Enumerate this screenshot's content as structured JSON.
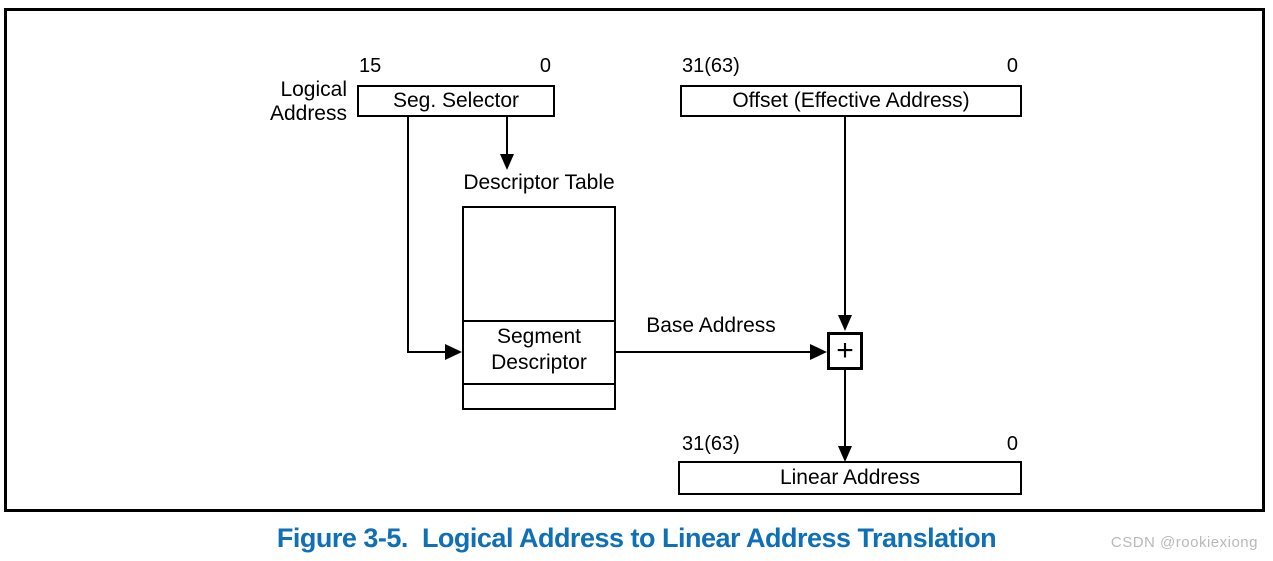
{
  "caption": "Figure 3-5.  Logical Address to Linear Address Translation",
  "watermark": "CSDN @rookiexiong",
  "colors": {
    "caption_blue": "#0f6fb7",
    "diagram_line": "#000000",
    "watermark_gray": "#b9b9b9",
    "background": "#ffffff"
  },
  "logical_address": {
    "line1": "Logical",
    "line2": "Address"
  },
  "seg_selector": {
    "bit_high": "15",
    "bit_low": "0",
    "label": "Seg. Selector"
  },
  "offset": {
    "bit_high": "31(63)",
    "bit_low": "0",
    "label": "Offset (Effective Address)"
  },
  "descriptor_table": {
    "title": "Descriptor Table",
    "entry_line1": "Segment",
    "entry_line2": "Descriptor"
  },
  "base_address": {
    "label": "Base Address"
  },
  "adder": {
    "symbol": "+"
  },
  "linear_address": {
    "bit_high": "31(63)",
    "bit_low": "0",
    "label": "Linear Address"
  }
}
